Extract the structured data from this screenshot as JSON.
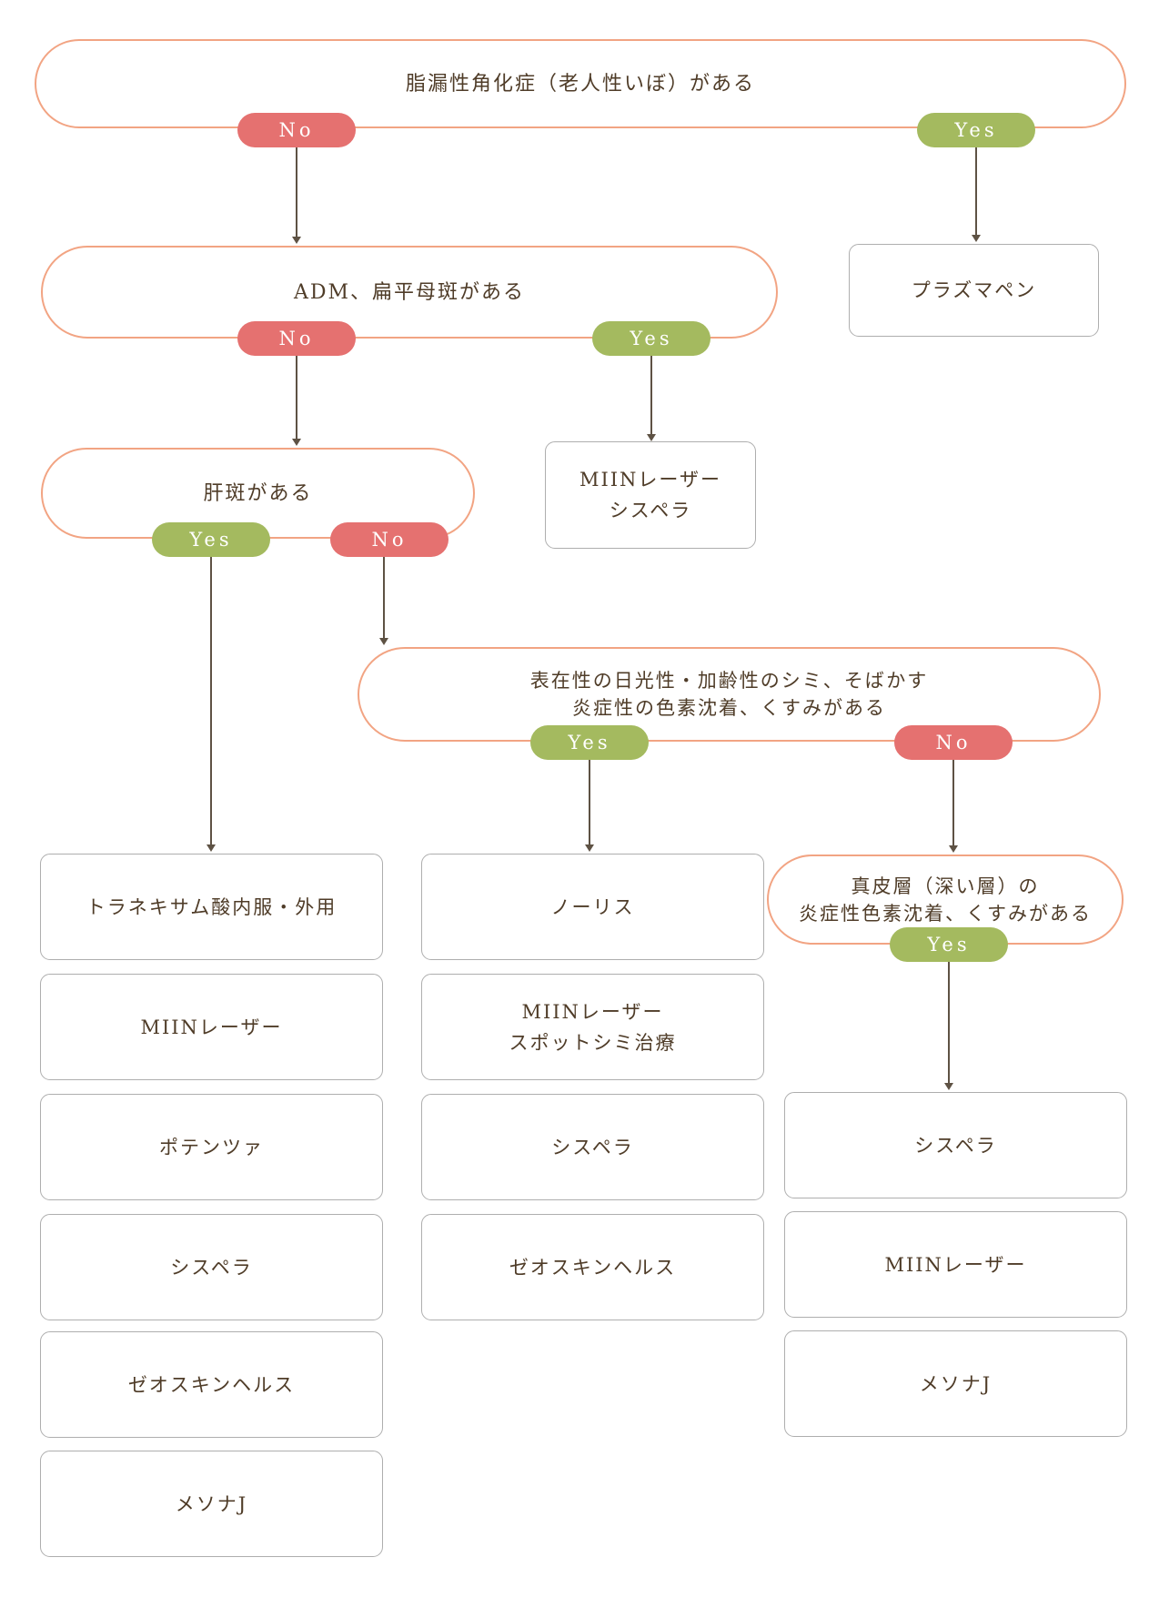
{
  "badges": {
    "yes": "Yes",
    "no": "No"
  },
  "decisions": {
    "seborrheic_keratosis": {
      "text": "脂漏性角化症（老人性いぼ）がある"
    },
    "adm_flat_nevus": {
      "text": "ADM、扁平母斑がある"
    },
    "melasma": {
      "text": "肝斑がある"
    },
    "superficial_pigmentation": {
      "line1": "表在性の日光性・加齢性のシミ、そばかす",
      "line2": "炎症性の色素沈着、くすみがある"
    },
    "dermal_pigmentation": {
      "line1": "真皮層（深い層）の",
      "line2": "炎症性色素沈着、くすみがある"
    }
  },
  "treatments": {
    "plasma_pen": "プラズマペン",
    "adm_yes": {
      "line1": "MIINレーザー",
      "line2": "シスペラ"
    },
    "melasma_yes": [
      "トラネキサム酸内服・外用",
      "MIINレーザー",
      "ポテンツァ",
      "シスペラ",
      "ゼオスキンヘルス",
      "メソナJ"
    ],
    "superficial_yes": {
      "item1": "ノーリス",
      "item2": {
        "line1": "MIINレーザー",
        "line2": "スポットシミ治療"
      },
      "item3": "シスペラ",
      "item4": "ゼオスキンヘルス"
    },
    "dermal_yes": [
      "シスペラ",
      "MIINレーザー",
      "メソナJ"
    ]
  },
  "colors": {
    "pill_border": "#f2a483",
    "badge_no": "#e57170",
    "badge_yes": "#a4ba5f",
    "box_border": "#aeaeae",
    "text": "#4f3c28",
    "arrow": "#5e5244",
    "background": "#ffffff"
  }
}
